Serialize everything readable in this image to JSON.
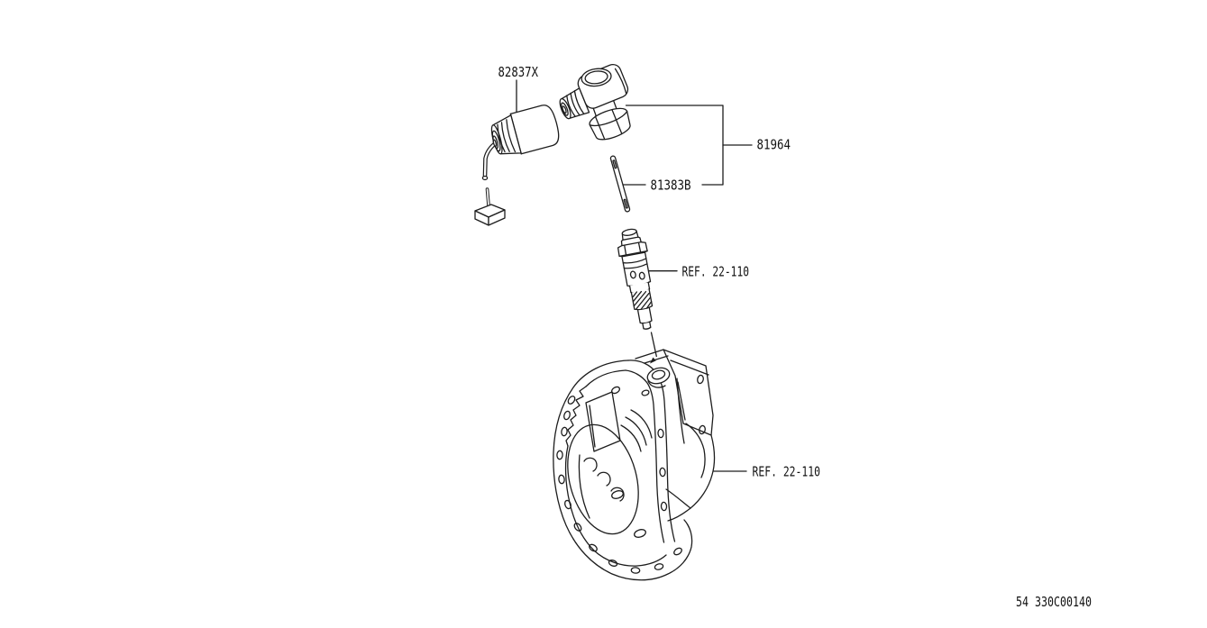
{
  "page": {
    "background_color": "#ffffff",
    "line_color": "#1d1d1d",
    "text_color": "#111111"
  },
  "callouts": {
    "sensor": "82837X",
    "driven_gear_assembly": "81964",
    "pin": "81383B",
    "pinion_reference": "REF. 22-110",
    "case_reference": "REF. 22-110"
  },
  "footer": {
    "drawing_number": "54 330C00140"
  }
}
